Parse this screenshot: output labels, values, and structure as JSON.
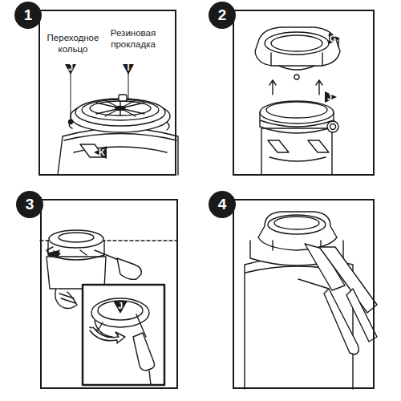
{
  "diagram": {
    "nodes": [
      {
        "text": [
          "1"
        ]
      },
      {
        "text": [
          "2"
        ]
      },
      {
        "text": [
          "3"
        ]
      },
      {
        "text": [
          "4"
        ]
      }
    ],
    "labels": [
      "Переходное кольцо",
      "Резиновая прокладка",
      "J",
      "I",
      "K",
      "G",
      "J",
      "J"
    ]
  }
}
